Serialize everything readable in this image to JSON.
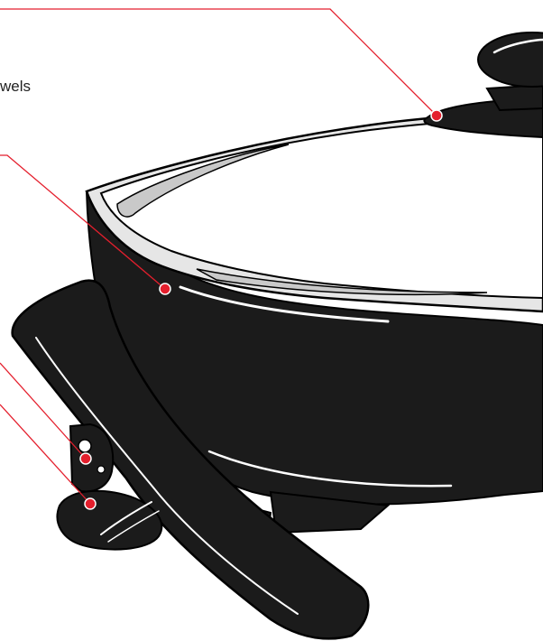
{
  "labels": {
    "lid_text_fragment": "wels"
  },
  "colors": {
    "callout": "#e41f2d",
    "body": "#1b1b1b",
    "lid": "#ffffff",
    "lid_shadow": "#c9c9c9",
    "rim": "#e6e6e6"
  },
  "callouts": [
    {
      "target": "lid-vent"
    },
    {
      "target": "skillet-body"
    },
    {
      "target": "temperature-control-light"
    },
    {
      "target": "temperature-control-dial"
    }
  ]
}
